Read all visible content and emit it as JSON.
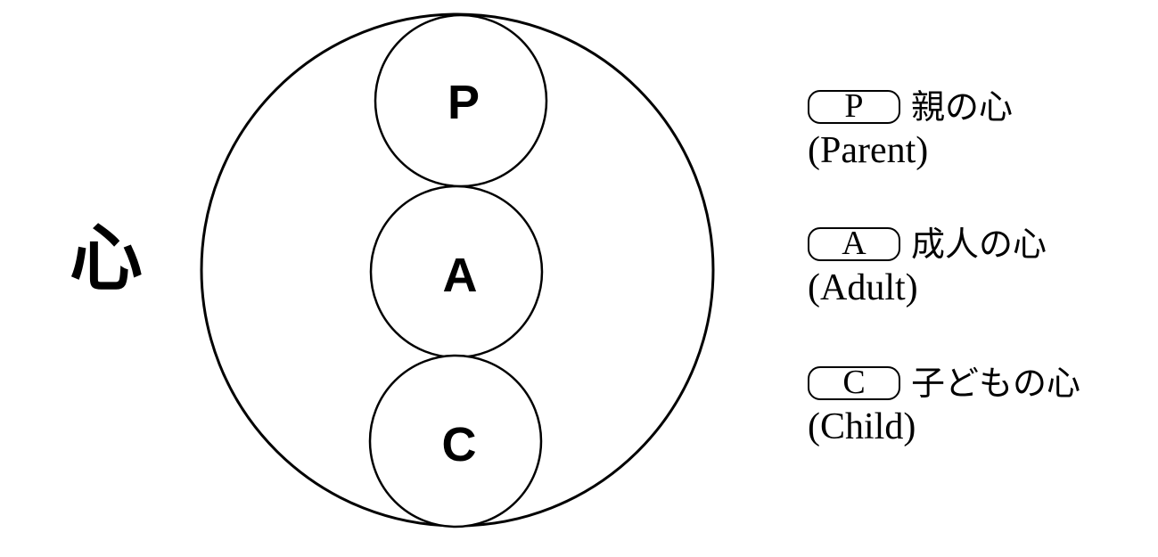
{
  "diagram": {
    "side_label": "心",
    "states": [
      {
        "letter": "P",
        "name": "親の心",
        "sub": "(Parent)"
      },
      {
        "letter": "A",
        "name": "成人の心",
        "sub": "(Adult)"
      },
      {
        "letter": "C",
        "name": "子どもの心",
        "sub": "(Child)"
      }
    ]
  }
}
